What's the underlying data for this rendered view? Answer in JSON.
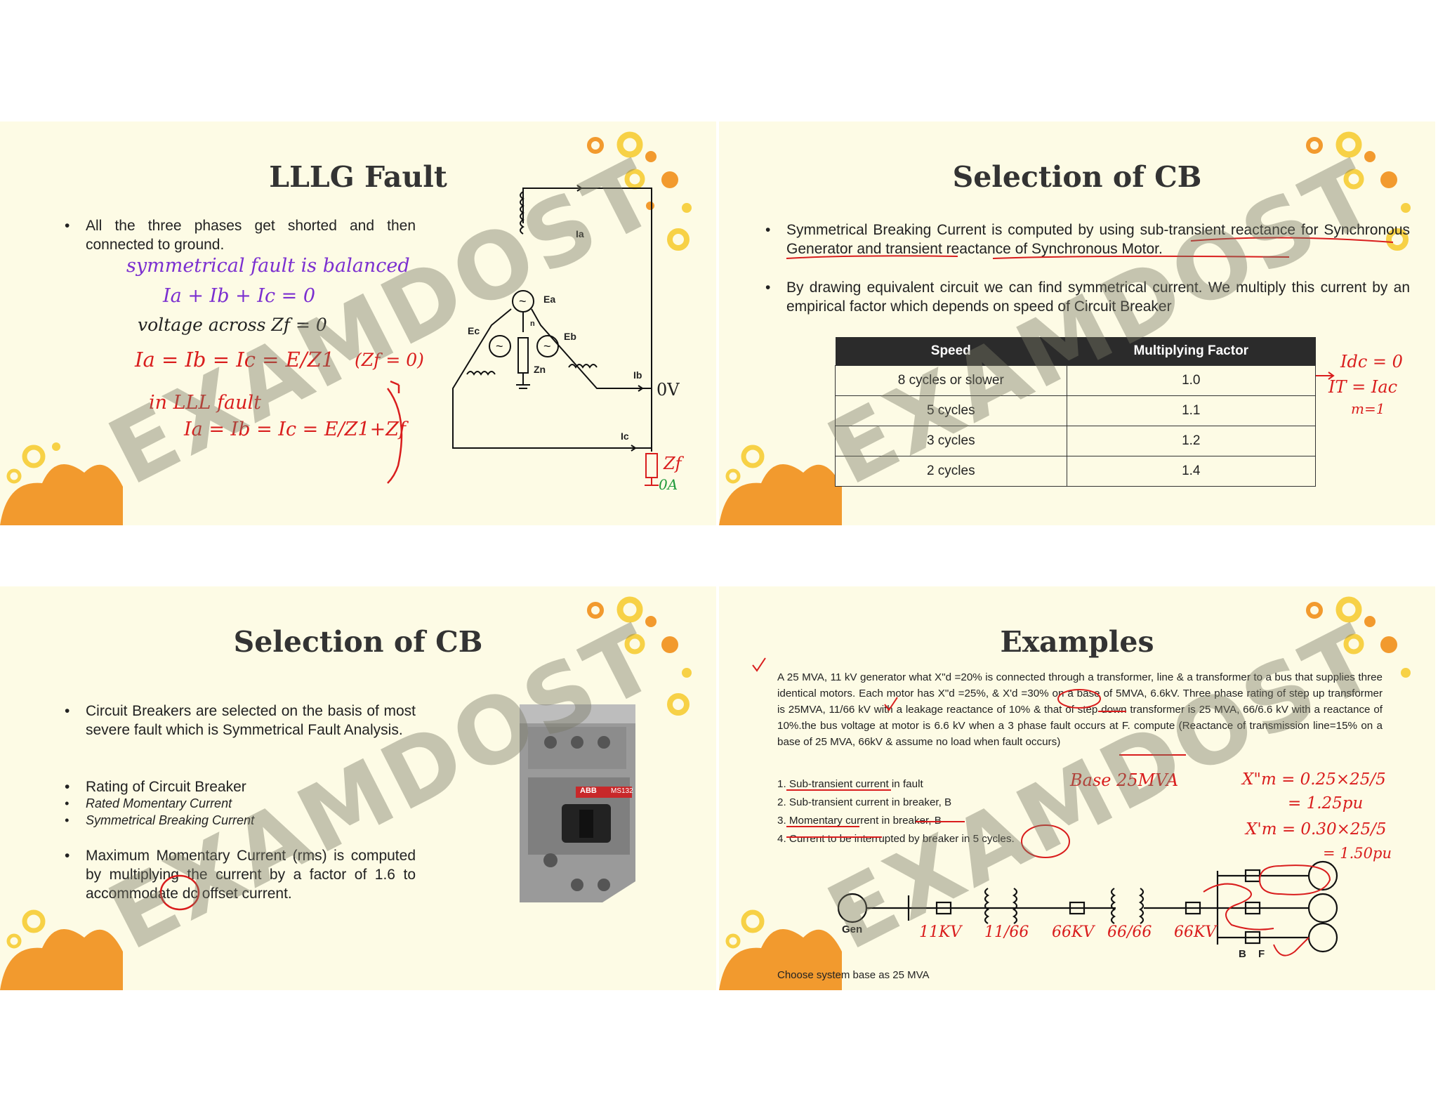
{
  "watermark": "EXAMDOST",
  "slide1": {
    "title": "LLLG  Fault",
    "bullet": "All the three phases get shorted and then connected to ground.",
    "notes": {
      "n1": "symmetrical fault is balanced",
      "n2": "Ia + Ib + Ic = 0",
      "n3": "voltage across Zf = 0",
      "n4": "Ia = Ib = Ic = E/Z1",
      "n5": "(Zf = 0)",
      "n6": "in LLL fault",
      "n7": "Ia = Ib = Ic = E/Z1+Zf",
      "n8": "0V",
      "n9": "Zf",
      "n10": "0A"
    },
    "circuit": {
      "ia": "Ia",
      "ib": "Ib",
      "ic": "Ic",
      "ea": "Ea",
      "eb": "Eb",
      "ec": "Ec",
      "n": "n",
      "zn": "Zn"
    }
  },
  "slide2": {
    "title": "Selection of CB",
    "bullet1": "Symmetrical Breaking Current is computed by using sub-transient reactance for Synchronous Generator and transient reactance of Synchronous Motor.",
    "bullet2": "By drawing equivalent circuit we can find symmetrical current. We multiply this current by an empirical factor which depends on speed of Circuit Breaker",
    "table": {
      "headers": [
        "Speed",
        "Multiplying Factor"
      ],
      "rows": [
        [
          "8 cycles or slower",
          "1.0"
        ],
        [
          "5 cycles",
          "1.1"
        ],
        [
          "3 cycles",
          "1.2"
        ],
        [
          "2 cycles",
          "1.4"
        ]
      ]
    },
    "notes": {
      "a": "Idc = 0",
      "b": "IT = Iac",
      "c": "m=1"
    }
  },
  "slide3": {
    "title": "Selection of CB",
    "b1": "Circuit Breakers are selected on the basis of most severe fault which is Symmetrical Fault Analysis.",
    "b2": "Rating of Circuit Breaker",
    "b3": "Rated Momentary Current",
    "b4": "Symmetrical Breaking Current",
    "b5": "Maximum Momentary Current (rms) is computed by multiplying the current by a factor of 1.6 to accommodate dc offset current.",
    "brand": "ABB",
    "model": "MS132"
  },
  "slide4": {
    "title": "Examples",
    "para": "A 25 MVA, 11 kV generator what X\"d =20% is connected through a transformer, line & a transformer to a bus that supplies three identical motors. Each motor has X\"d =25%, & X'd =30% on a base of 5MVA, 6.6kV. Three phase rating of step up transformer is 25MVA, 11/66 kV with a leakage reactance of 10% & that of step down transformer is 25 MVA, 66/6.6 kV with a reactance of 10%.the bus voltage at motor is 6.6 kV when a 3 phase fault occurs at F. compute (Reactance of transmission line=15% on a base of 25 MVA, 66kV & assume no load when fault occurs)",
    "list": [
      "1. Sub-transient current in fault",
      "2. Sub-transient current in breaker, B",
      "3. Momentary current in breaker, B",
      "4. Current to be interrupted by breaker in 5 cycles."
    ],
    "gen": "Gen",
    "b": "B",
    "f": "F",
    "footer": "Choose system base as 25 MVA",
    "notes": {
      "base": "Base  25MVA",
      "x1": "X\"m = 0.25×25/5",
      "x2": "= 1.25pu",
      "x3": "X'm = 0.30×25/5",
      "x4": "= 1.50pu",
      "v1": "11KV",
      "v2": "11/66",
      "v3": "66KV",
      "v4": "66/66",
      "v5": "66KV"
    }
  }
}
